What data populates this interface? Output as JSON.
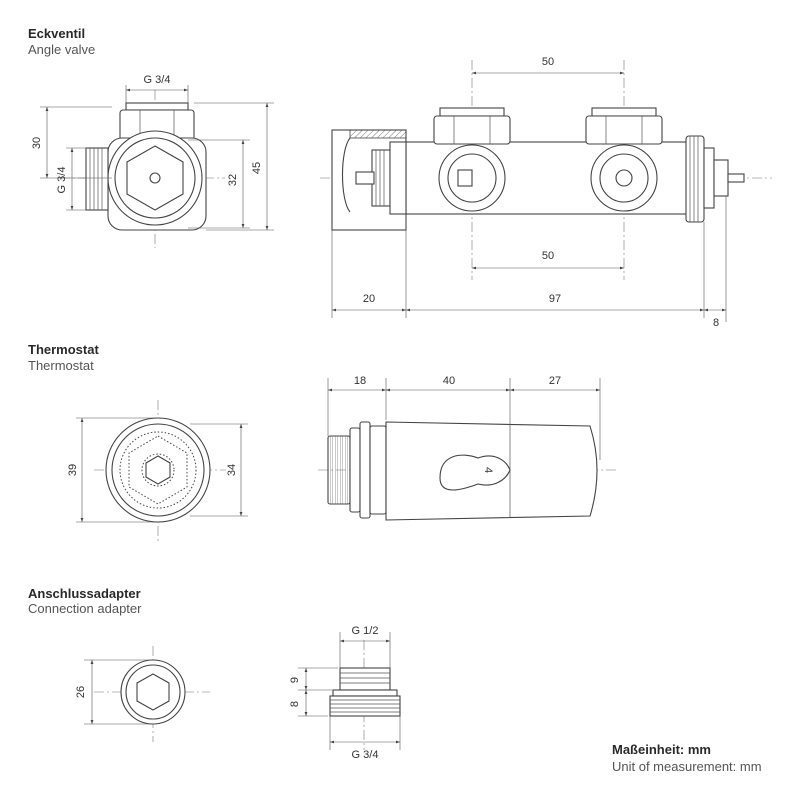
{
  "sections": {
    "angle_valve": {
      "title": "Eckventil",
      "subtitle": "Angle valve"
    },
    "thermostat": {
      "title": "Thermostat",
      "subtitle": "Thermostat"
    },
    "adapter": {
      "title": "Anschlussadapter",
      "subtitle": "Connection adapter"
    }
  },
  "units": {
    "label": "Maßeinheit: mm",
    "label_en": "Unit of measurement: mm"
  },
  "dimensions": {
    "valve_thread_top": "G 3/4",
    "valve_thread_side": "G 3/4",
    "valve_30": "30",
    "valve_32": "32",
    "valve_45": "45",
    "body_50_top": "50",
    "body_50_bottom": "50",
    "body_20": "20",
    "body_97": "97",
    "body_8": "8",
    "thermo_39": "39",
    "thermo_34": "34",
    "thermo_18": "18",
    "thermo_40": "40",
    "thermo_27": "27",
    "thermo_scale": "4",
    "adapter_26": "26",
    "adapter_g12": "G 1/2",
    "adapter_g34": "G 3/4",
    "adapter_9": "9",
    "adapter_8": "8"
  }
}
